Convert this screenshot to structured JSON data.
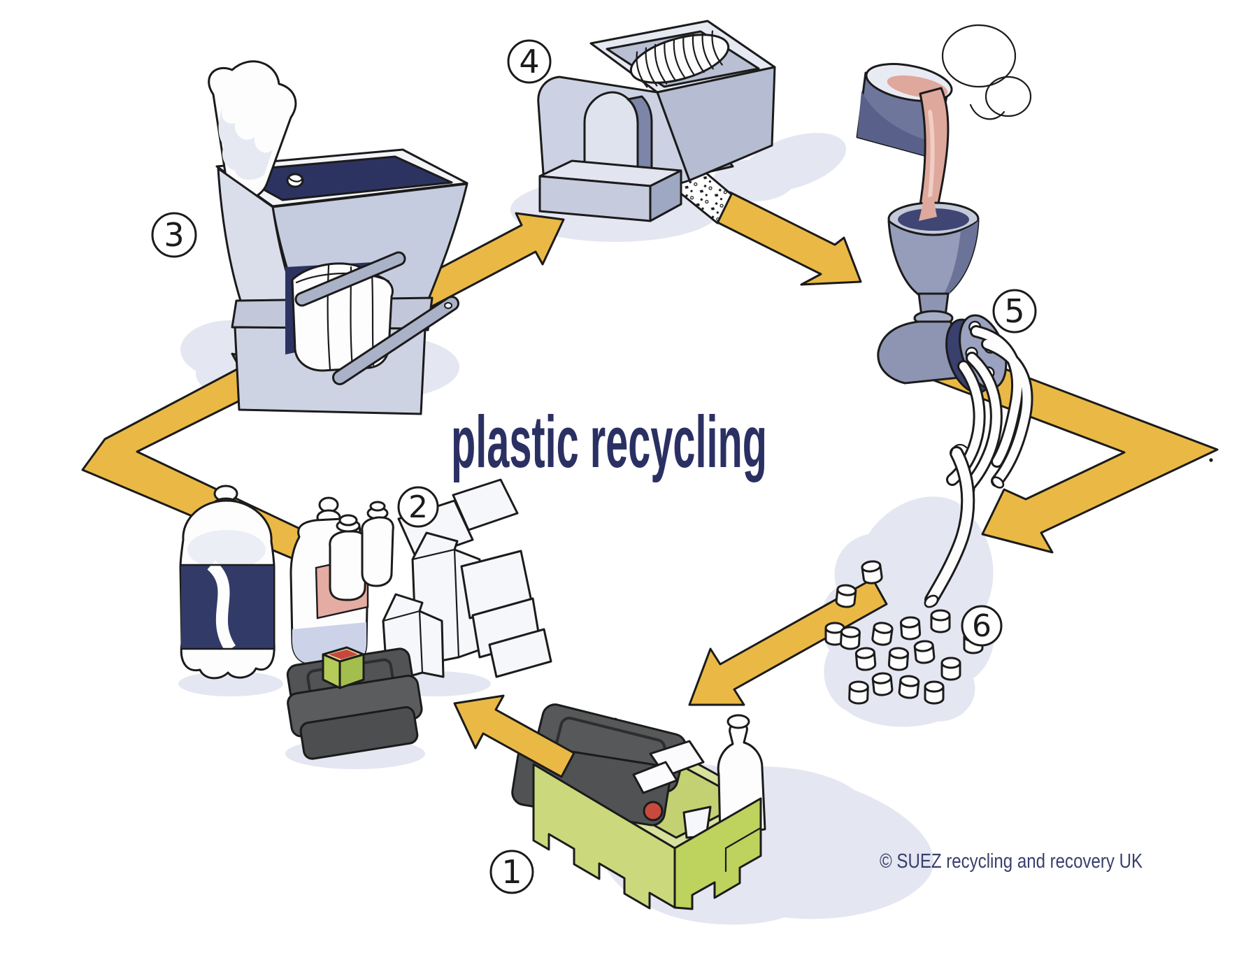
{
  "title": "plastic recycling",
  "copyright": "© SUEZ recycling and recovery UK",
  "steps": [
    {
      "number": "1",
      "icon": "kerbside-collection-box-illustration"
    },
    {
      "number": "2",
      "icon": "sorted-plastic-waste-illustration"
    },
    {
      "number": "3",
      "icon": "baler-compactor-machine-illustration"
    },
    {
      "number": "4",
      "icon": "shredder-machine-illustration"
    },
    {
      "number": "5",
      "icon": "melting-extrusion-illustration"
    },
    {
      "number": "6",
      "icon": "plastic-pellets-illustration"
    }
  ],
  "colors": {
    "navy": "#2b3063",
    "ink": "#1b1b1b",
    "arrow_yellow": "#eab945",
    "machine_light": "#ccd2e3",
    "machine_mid": "#aab2cb",
    "machine_navy": "#2d3361",
    "steel_gray": "#959dba",
    "molten_pink": "#dfa89d",
    "crate_green": "#cbd97c",
    "crate_green_dark": "#bed25e",
    "tray_gray": "#5d5f60",
    "cap_red": "#c94a3d",
    "shadow_lavender": "#e4e6f1"
  }
}
